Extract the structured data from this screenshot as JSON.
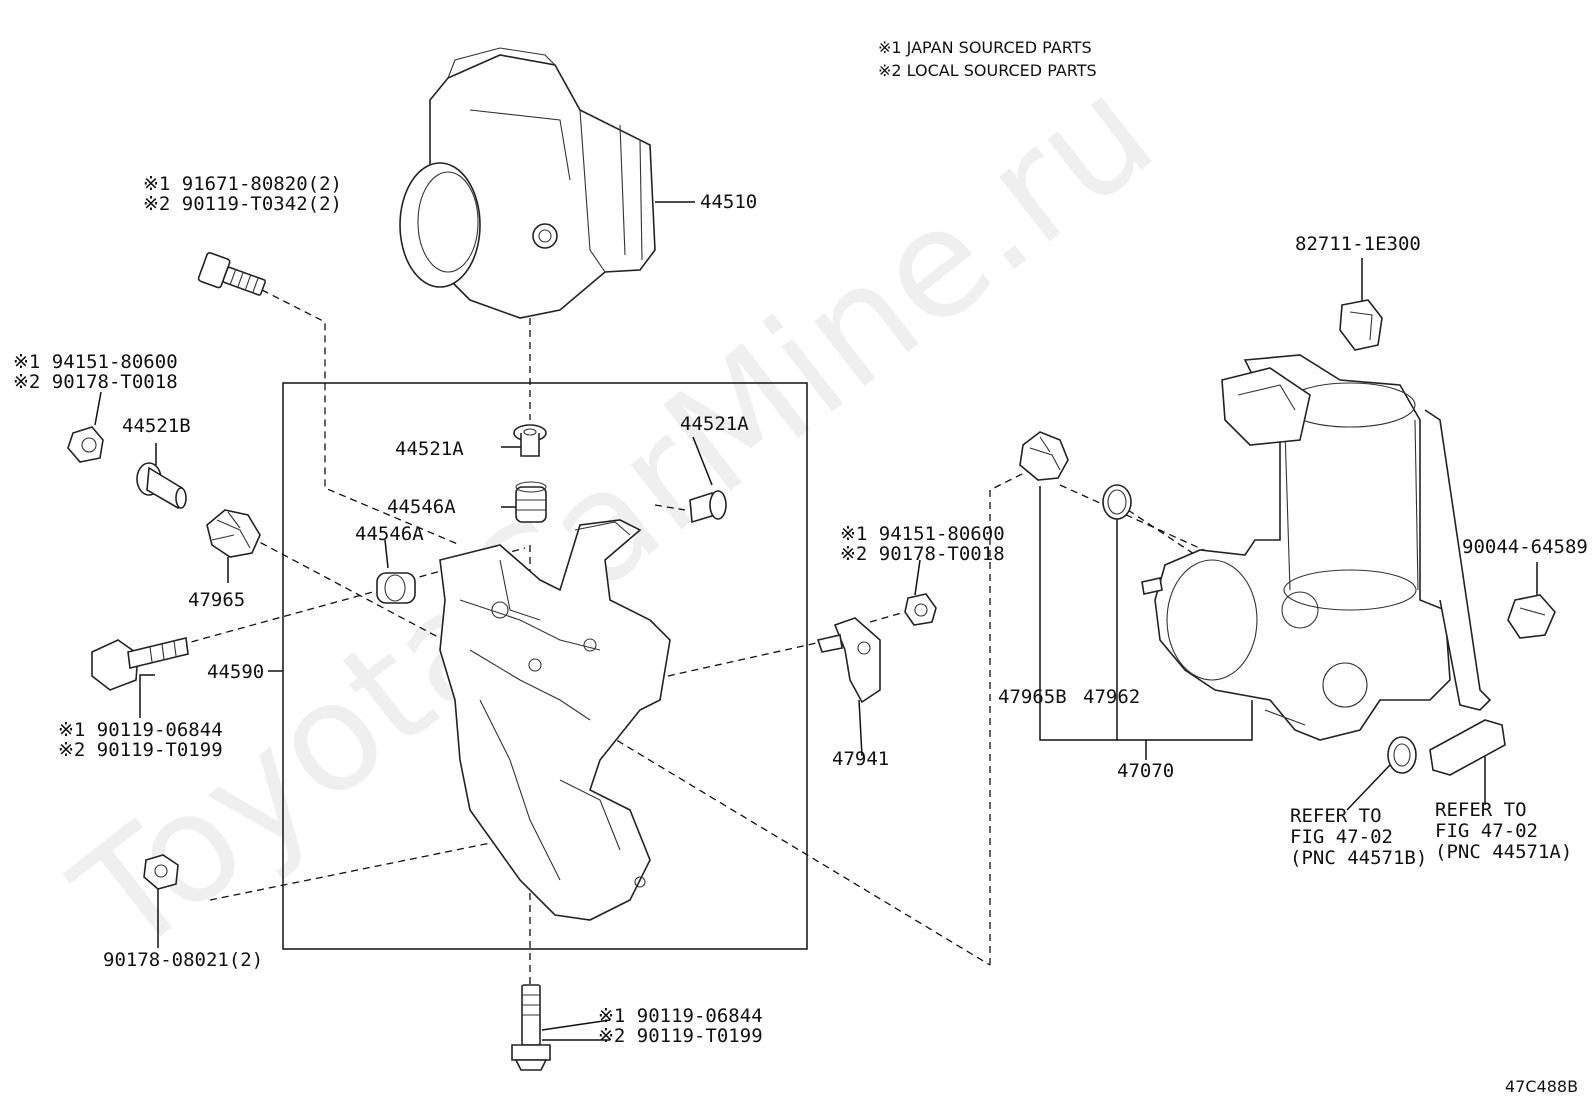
{
  "watermark": "ToyotaCarMine.ru",
  "diagram_id": "47C488B",
  "notes": [
    "※1 JAPAN SOURCED PARTS",
    "※2 LOCAL SOURCED PARTS"
  ],
  "labels": {
    "actuator": "44510",
    "bolt_top_1": "※1 91671-80820(2)",
    "bolt_top_2": "※2 90119-T0342(2)",
    "nut_left_1": "※1 94151-80600",
    "nut_left_2": "※2 90178-T0018",
    "b44521b": "44521B",
    "a44521a_c": "44521A",
    "a44521a_r": "44521A",
    "a44546a_c": "44546A",
    "a44546a_l": "44546A",
    "c47965": "47965",
    "bracket": "44590",
    "bolt_mid_1": "※1 90119-06844",
    "bolt_mid_2": "※2 90119-T0199",
    "nut_bottom": "90178-08021(2)",
    "bolt_bottom_1": "※1 90119-06844",
    "bolt_bottom_2": "※2 90119-T0199",
    "nut_right_1": "※1 94151-80600",
    "nut_right_2": "※2 90178-T0018",
    "b47941": "47941",
    "b47965b": "47965B",
    "b47962": "47962",
    "pump": "47070",
    "clip_82711": "82711-1E300",
    "clamp_90044": "90044-64589",
    "refer_b_1": "REFER TO",
    "refer_b_2": "FIG 47-02",
    "refer_b_3": "(PNC 44571B)",
    "refer_a_1": "REFER TO",
    "refer_a_2": "FIG 47-02",
    "refer_a_3": "(PNC 44571A)"
  }
}
